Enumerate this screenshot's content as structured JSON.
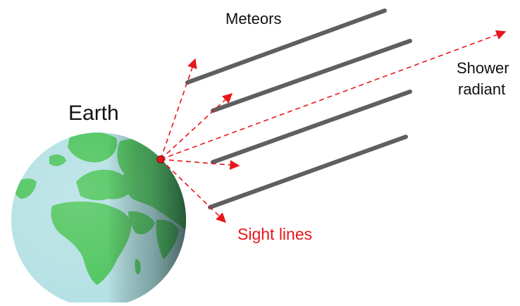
{
  "labels": {
    "meteors": "Meteors",
    "earth": "Earth",
    "shower_line1": "Shower",
    "shower_line2": "radiant",
    "sight_lines": "Sight lines"
  },
  "colors": {
    "background": "#ffffff",
    "text": "#111111",
    "meteor": "#5f5f5f",
    "sight_line": "#e8161b",
    "observer_dot": "#e8161b",
    "ocean": "#b3e0e3",
    "land": "#4cc45c",
    "earth_shadow": "#3a5a55"
  },
  "diagram": {
    "meteor_count": 4,
    "sight_line_count": 5,
    "observer": "red dot on Earth's surface",
    "icons": [
      "earth-globe-icon",
      "arrowhead-icon"
    ]
  }
}
